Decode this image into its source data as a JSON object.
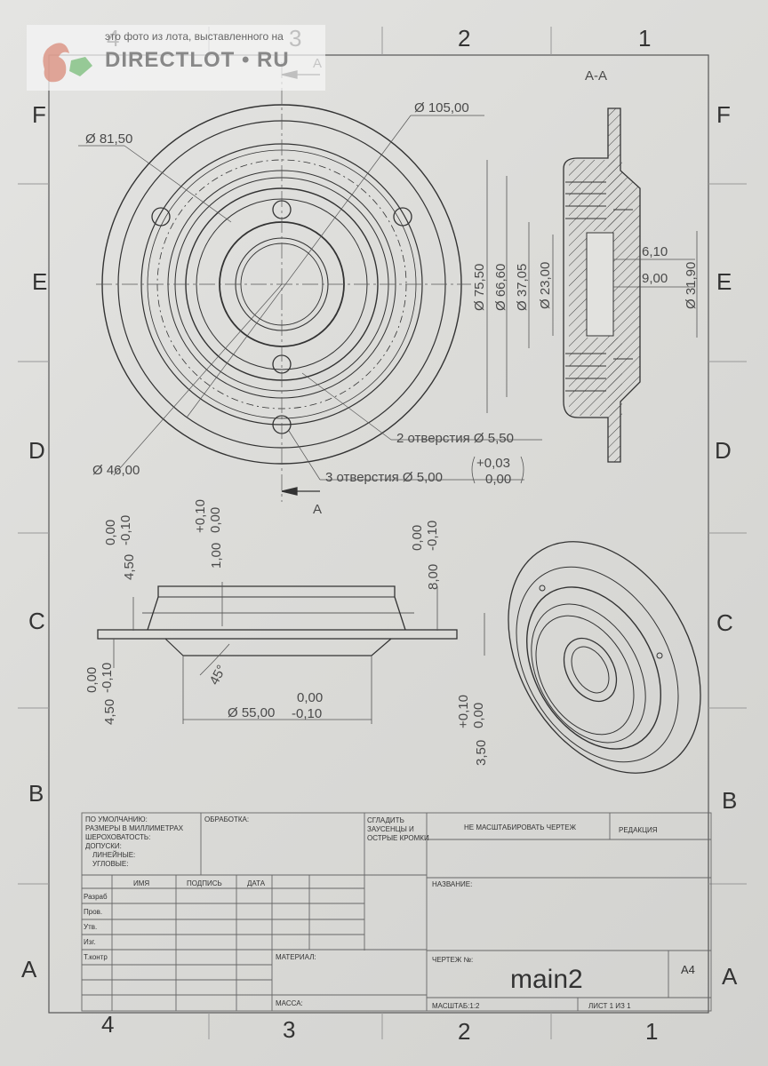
{
  "watermark": {
    "note": "это фото из лота, выставленного на",
    "brand": "DIRECTLOT • RU"
  },
  "zones": {
    "top": [
      "4",
      "3",
      "2",
      "1"
    ],
    "bottom": [
      "4",
      "3",
      "2",
      "1"
    ],
    "left": [
      "F",
      "E",
      "D",
      "C",
      "B",
      "A"
    ],
    "right": [
      "F",
      "E",
      "D",
      "C",
      "B",
      "A"
    ]
  },
  "section": {
    "title": "A-A",
    "cut_label": "A"
  },
  "dimensions": {
    "d105": "Ø 105,00",
    "d81": "Ø 81,50",
    "d46": "Ø 46,00",
    "holes2": "2 отверстия  Ø 5,50",
    "holes3": "3 отверстия  Ø 5,00",
    "tol_plus03": "+0,03",
    "tol_zero1": "0,00",
    "d75": "Ø 75,50",
    "d66": "Ø 66,60",
    "d37": "Ø 37,05",
    "d23": "Ø 23,00",
    "d31": "Ø 31,90",
    "d6": "6,10",
    "d9": "9,00",
    "h450a": "4,50",
    "tol_450a_a": "0,00",
    "tol_450a_b": "-0,10",
    "h100": "1,00",
    "tol_100_a": "+0,10",
    "tol_100_b": "0,00",
    "h800": "8,00",
    "tol_800_a": "0,00",
    "tol_800_b": "-0,10",
    "angle": "45°",
    "h450b": "4,50",
    "tol_450b_a": "0,00",
    "tol_450b_b": "-0,10",
    "d55": "Ø 55,00",
    "tol_55_a": "0,00",
    "tol_55_b": "-0,10",
    "h350": "3,50",
    "tol_350_a": "+0,10",
    "tol_350_b": "0,00"
  },
  "title_block": {
    "defaults": [
      "ПО УМОЛЧАНИЮ:",
      "РАЗМЕРЫ В МИЛЛИМЕТРАХ",
      "ШЕРОХОВАТОСТЬ:",
      "ДОПУСКИ:",
      "ЛИНЕЙНЫЕ:",
      "УГЛОВЫЕ:"
    ],
    "processing": "ОБРАБОТКА:",
    "deburr": [
      "СГЛАДИТЬ",
      "ЗАУСЕНЦЫ И",
      "ОСТРЫЕ КРОМКИ"
    ],
    "no_scale": "НЕ МАСШТАБИРОВАТЬ ЧЕРТЕЖ",
    "revision": "РЕДАКЦИЯ",
    "cols": [
      "ИМЯ",
      "ПОДПИСЬ",
      "ДАТА"
    ],
    "rows": [
      "Разраб",
      "Пров.",
      "Утв.",
      "Изг.",
      "Т.контр"
    ],
    "title_label": "НАЗВАНИЕ:",
    "material": "МАТЕРИАЛ:",
    "drawing_no": "ЧЕРТЕЖ №:",
    "drawing_name": "main2",
    "format": "A4",
    "mass": "МАССА:",
    "scale": "МАСШТАБ:1:2",
    "sheet": "ЛИСТ 1 ИЗ 1"
  }
}
